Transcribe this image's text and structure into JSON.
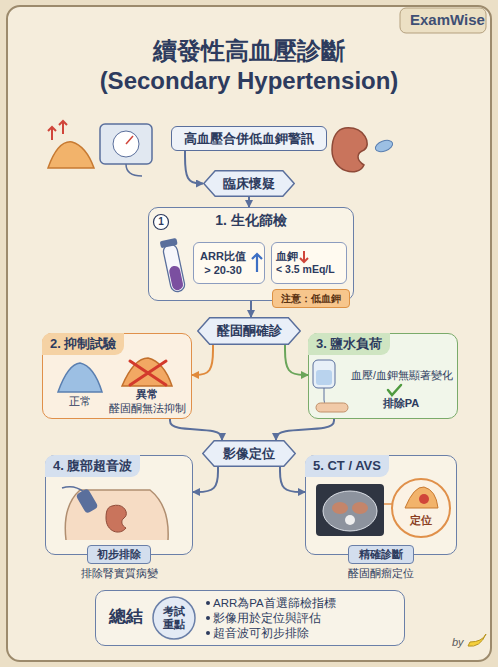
{
  "diagram": {
    "title": "續發性高血壓診斷 (Secondary Hypertension)",
    "nodes": [
      {
        "text": [
          "高血壓合併低血鉀警訊"
        ]
      },
      {
        "text": [
          "臨床懷疑"
        ]
      },
      {
        "text": [
          "1. 生化篩檢"
        ]
      },
      {
        "text": [
          "ARR比值 > 20-30"
        ],
        "in": 2
      },
      {
        "text": [
          "血鉀 < 3.5 mEq/L"
        ],
        "in": 2
      },
      {
        "text": [
          "注意：低血鉀"
        ],
        "in": 2
      },
      {
        "text": [
          "醛固酮確診"
        ]
      },
      {
        "text": [
          "2. 抑制試驗",
          "正常",
          "異常",
          "醛固酮無法抑制"
        ]
      },
      {
        "text": [
          "3. 鹽水負荷",
          "血壓/血鉀無顯著變化",
          "排除PA"
        ]
      },
      {
        "text": [
          "影像定位"
        ]
      },
      {
        "text": [
          "4. 腹部超音波",
          "排除腎實質病變"
        ]
      },
      {
        "text": [
          "初步排除"
        ],
        "in": 10
      },
      {
        "text": [
          "5. CT / AVS",
          "定位",
          "醛固酮瘤定位"
        ]
      },
      {
        "text": [
          "精確診斷"
        ],
        "in": 12
      },
      {
        "text": [
          "總結",
          "ARR為PA首選篩檢指標",
          "影像用於定位與評估",
          "超音波可初步排除"
        ]
      },
      {
        "text": [
          "考試 重點"
        ],
        "in": 14
      }
    ],
    "edges": [
      {
        "from": 0,
        "to": 1,
        "arrow": "to"
      },
      {
        "from": 1,
        "to": 2,
        "arrow": "to"
      },
      {
        "from": 2,
        "to": 6,
        "arrow": "to"
      },
      {
        "from": 6,
        "to": 7,
        "arrow": "to"
      },
      {
        "from": 6,
        "to": 8,
        "arrow": "to"
      },
      {
        "from": 7,
        "to": 9,
        "arrow": "to"
      },
      {
        "from": 8,
        "to": 9,
        "arrow": "to"
      },
      {
        "from": 9,
        "to": 10,
        "arrow": "to"
      },
      {
        "from": 9,
        "to": 12,
        "arrow": "to"
      }
    ],
    "labels": [
      "ExamWise",
      "1",
      "by"
    ]
  }
}
